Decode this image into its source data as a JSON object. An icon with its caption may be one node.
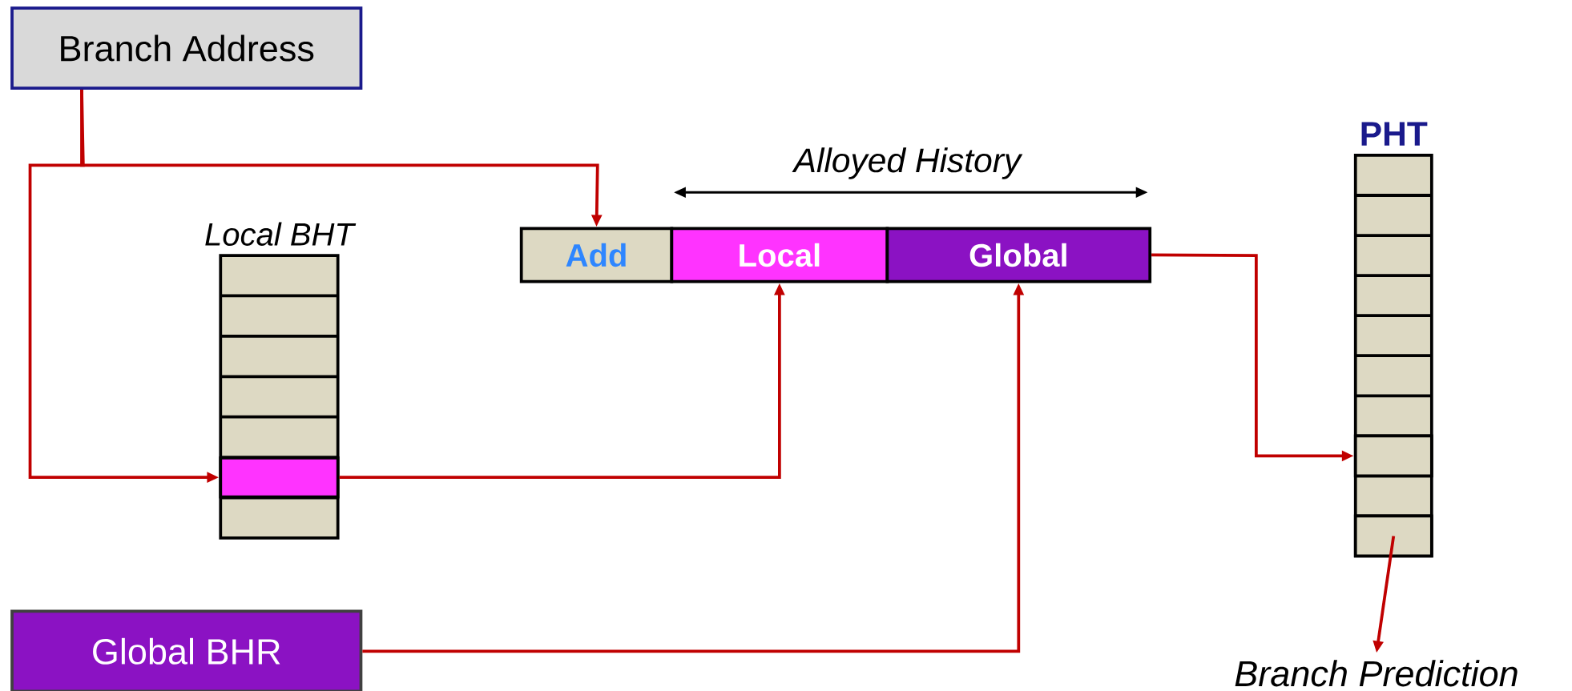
{
  "diagram": {
    "nodes": [
      {
        "text": [
          "Branch Address"
        ]
      },
      {
        "text": [
          "Local BHT"
        ]
      },
      {
        "text": [],
        "shape": "box",
        "in": 1
      },
      {
        "text": [
          "Add"
        ]
      },
      {
        "text": [
          "Local"
        ]
      },
      {
        "text": [
          "Global"
        ]
      },
      {
        "text": [
          "PHT"
        ]
      },
      {
        "text": [],
        "shape": "box",
        "in": 6
      },
      {
        "text": [],
        "shape": "box",
        "in": 6
      },
      {
        "text": [
          "Branch Prediction"
        ]
      },
      {
        "text": [
          "Global BHR"
        ]
      }
    ],
    "edges": [
      {
        "from": 0,
        "to": 3,
        "arrow": "to"
      },
      {
        "from": 0,
        "to": 2,
        "arrow": "to"
      },
      {
        "from": 2,
        "to": 4,
        "arrow": "to"
      },
      {
        "from": 10,
        "to": 5,
        "arrow": "to"
      },
      {
        "from": 5,
        "to": 7,
        "arrow": "to"
      },
      {
        "from": 8,
        "to": 9,
        "arrow": "to"
      }
    ],
    "labels": [
      "Alloyed History"
    ]
  }
}
